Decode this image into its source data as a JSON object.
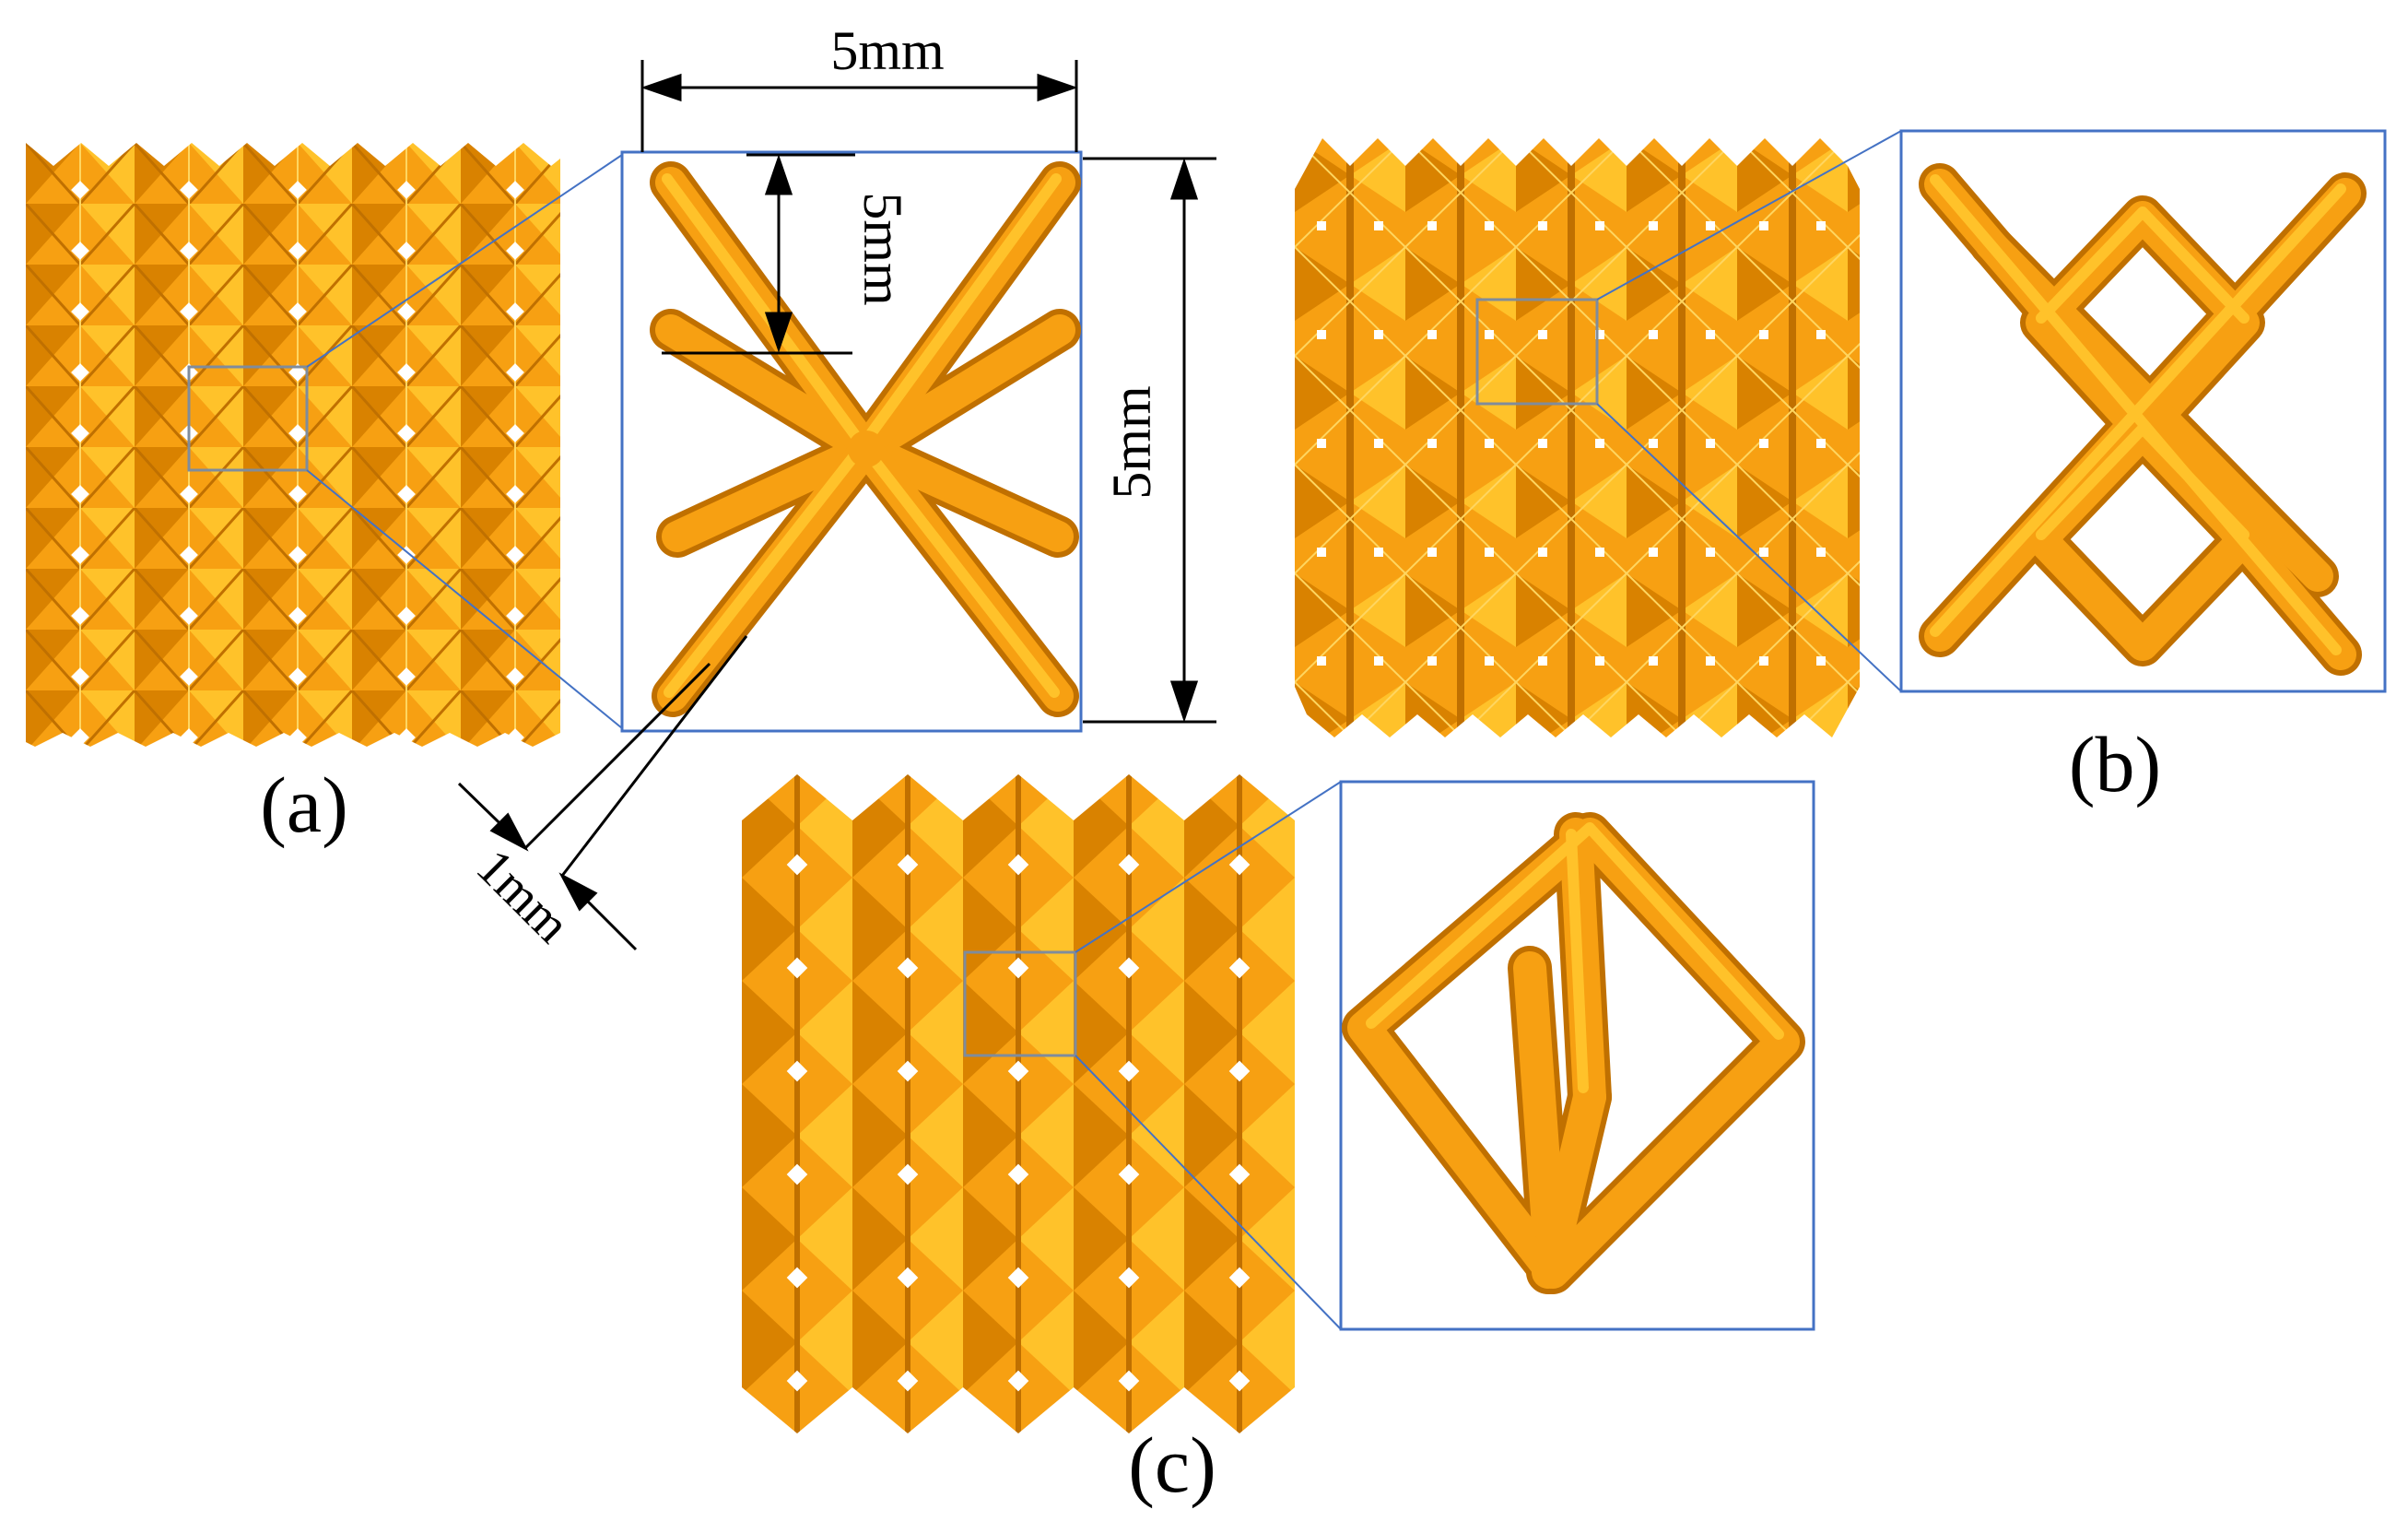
{
  "colors": {
    "orange": "#f7a012",
    "orange_light": "#ffc22a",
    "orange_dark": "#d98200",
    "frame_blue": "#4472c4",
    "box_gray": "#7f8c9c",
    "dim_line": "#000000"
  },
  "panels": [
    {
      "id": "a",
      "label": "(a)"
    },
    {
      "id": "b",
      "label": "(b)"
    },
    {
      "id": "c",
      "label": "(c)"
    }
  ],
  "dimensions": {
    "width_top": "5mm",
    "strut_spacing": "5mm",
    "height_right": "5mm",
    "strut_diameter": "1mm"
  }
}
